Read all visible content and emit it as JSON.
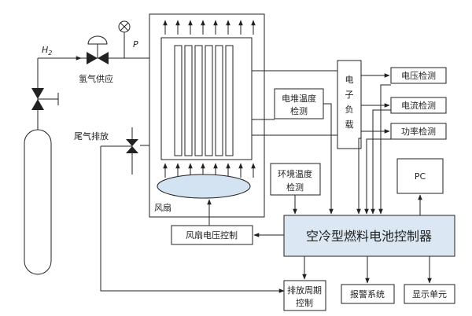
{
  "labels": {
    "h2": "H",
    "h2_sub": "2",
    "pressure": "P",
    "hydrogen_supply": "氢气供应",
    "exhaust": "尾气排放",
    "stack_temp_1": "电堆温度",
    "stack_temp_2": "检测",
    "electronic_load": [
      "电",
      "子",
      "负",
      "载"
    ],
    "voltage_detect": "电压检测",
    "current_detect": "电流检测",
    "power_detect": "功率检测",
    "ambient_temp_1": "环境温度",
    "ambient_temp_2": "检测",
    "pc": "PC",
    "fan": "风扇",
    "fan_voltage_control": "风扇电压控制",
    "controller": "空冷型燃料电池控制器",
    "exhaust_cycle_1": "排放周期",
    "exhaust_cycle_2": "控制",
    "alarm": "报警系统",
    "display": "显示单元"
  },
  "colors": {
    "controller_fill": "#dbe8f3",
    "fan_fill": "#d3e3f1"
  }
}
